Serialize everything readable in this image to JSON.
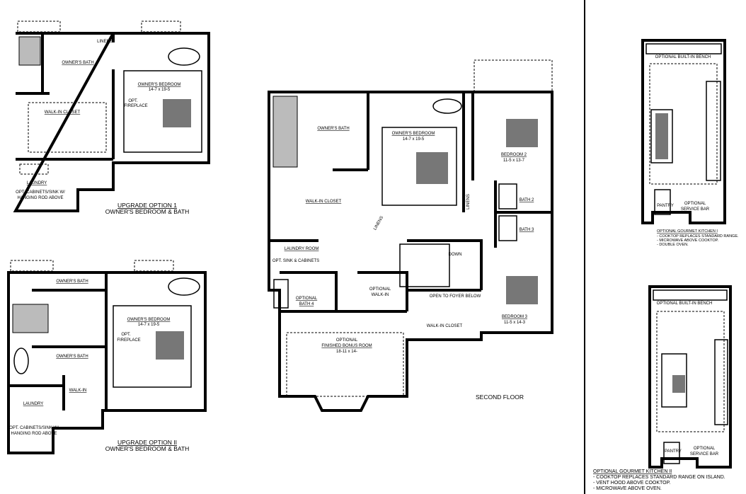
{
  "option1": {
    "linens": "LINENS",
    "owners_bath": "OWNER'S BATH",
    "bedroom": "OWNER'S BEDROOM",
    "bedroom_dim": "14-7 x 19-5",
    "fireplace_1": "OPT.",
    "fireplace_2": "FIREPLACE",
    "walkin": "WALK-IN CLOSET",
    "laundry": "LAUNDRY",
    "cabinets_1": "OPT. CABINETS/SINK W/",
    "cabinets_2": "HANGING ROD ABOVE",
    "title_1": "UPGRADE OPTION 1",
    "title_2": "OWNER'S BEDROOM & BATH"
  },
  "option2": {
    "owners_bath_a": "OWNER'S BATH",
    "owners_bath_b": "OWNER'S BATH",
    "bedroom": "OWNER'S BEDROOM",
    "bedroom_dim": "14-7 x 19-5",
    "fireplace_1": "OPT.",
    "fireplace_2": "FIREPLACE",
    "walkin": "WALK-IN",
    "laundry": "LAUNDRY",
    "cabinets_1": "OPT. CABINETS/SINK W/",
    "cabinets_2": "HANGING ROD ABOVE",
    "title_1": "UPGRADE OPTION II",
    "title_2": "OWNER'S BEDROOM & BATH"
  },
  "second_floor": {
    "title": "SECOND FLOOR",
    "owners_bath": "OWNER'S BATH",
    "owners_bedroom": "OWNER'S BEDROOM",
    "owners_bedroom_dim": "14-7 x 19-5",
    "bedroom2": "BEDROOM 2",
    "bedroom2_dim": "11-5 x 13-7",
    "linens_a": "LINENS",
    "bath2": "BATH 2",
    "bath3": "BATH 3",
    "walkin_closet": "WALK-IN CLOSET",
    "linens_b": "LINENS",
    "laundry_room": "LAUNDRY ROOM",
    "down": "DOWN",
    "opt_sink": "OPT. SINK & CABINETS",
    "opt_walkin_1": "OPTIONAL",
    "opt_walkin_2": "WALK-IN",
    "open_foyer": "OPEN TO FOYER BELOW",
    "opt_bath4_1": "OPTIONAL",
    "opt_bath4_2": "BATH 4",
    "bedroom3": "BEDROOM 3",
    "bedroom3_dim": "11-5 x 14-3",
    "walkin_closet_2": "WALK-IN CLOSET",
    "bonus_1": "OPTIONAL",
    "bonus_2": "FINISHED BONUS ROOM",
    "bonus_dim": "18-11 x 14-"
  },
  "kitchen1": {
    "bench": "OPTIONAL BUILT-IN BENCH",
    "pantry": "PANTRY",
    "bar_1": "OPTIONAL",
    "bar_2": "SERVICE BAR",
    "notes_title": "OPTIONAL GOURMET KITCHEN I",
    "notes": [
      "- COOKTOP REPLACES STANDARD RANGE.",
      "- MICROWAVE ABOVE COOKTOP.",
      "- DOUBLE OVEN."
    ]
  },
  "kitchen2": {
    "bench": "OPTIONAL BUILT-IN BENCH",
    "pantry": "PANTRY",
    "bar_1": "OPTIONAL",
    "bar_2": "SERVICE BAR",
    "notes_title": "OPTIONAL GOURMET KITCHEN II",
    "notes": [
      "- COOKTOP REPLACES STANDARD RANGE ON ISLAND.",
      "- VENT HOOD ABOVE COOKTOP.",
      "- MICROWAVE ABOVE OVEN."
    ]
  }
}
